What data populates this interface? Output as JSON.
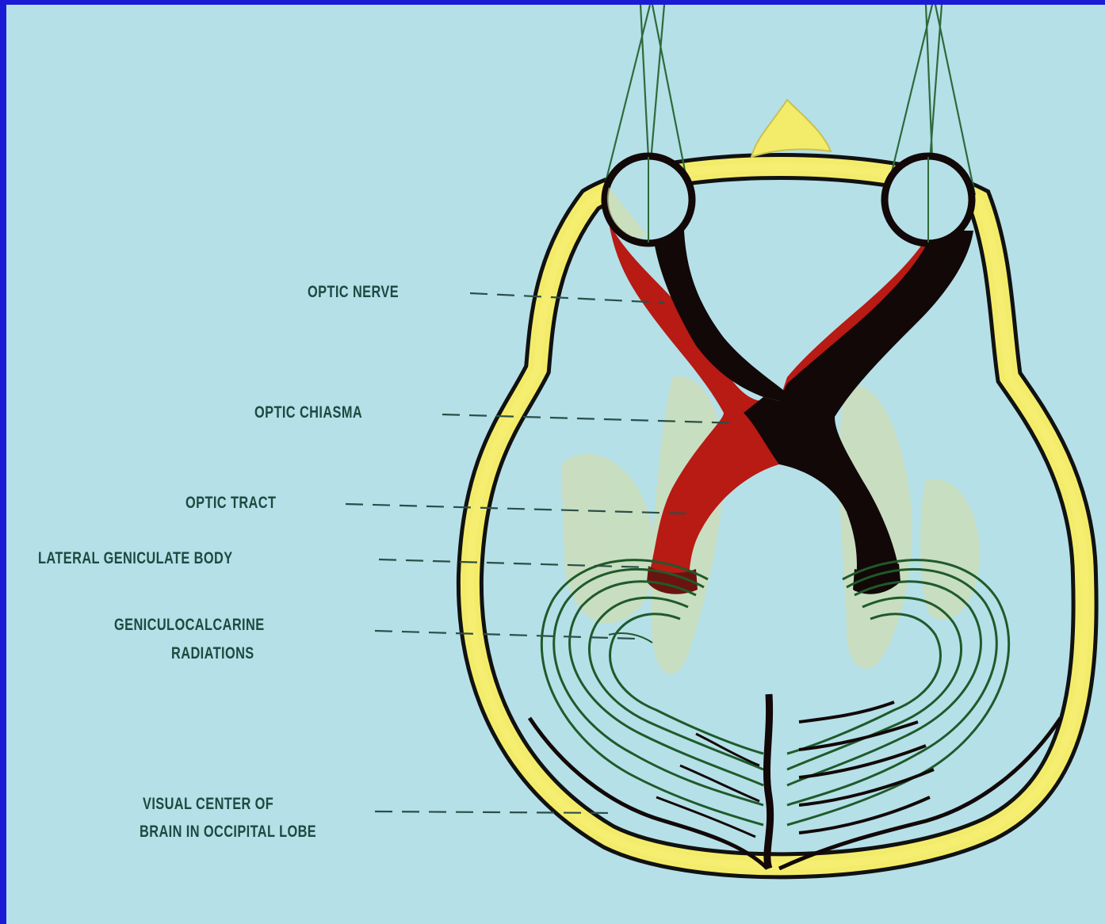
{
  "labels": {
    "optic_nerve": "OPTIC NERVE",
    "optic_chiasma": "OPTIC CHIASMA",
    "optic_tract": "OPTIC TRACT",
    "lateral_geniculate_body": "LATERAL GENICULATE BODY",
    "geniculocalcarine_line1": "GENICULOCALCARINE",
    "geniculocalcarine_line2": "RADIATIONS",
    "visual_center_line1": "VISUAL CENTER OF",
    "visual_center_line2": "BRAIN IN OCCIPITAL LOBE"
  },
  "colors": {
    "background": "#b5e0e8",
    "border": "#1b1bd6",
    "skull": "#f2ec6a",
    "pathway_red": "#b81a14",
    "pathway_black": "#120808",
    "radiation_green": "#1f5a2a",
    "label_text": "#1d4a40"
  }
}
